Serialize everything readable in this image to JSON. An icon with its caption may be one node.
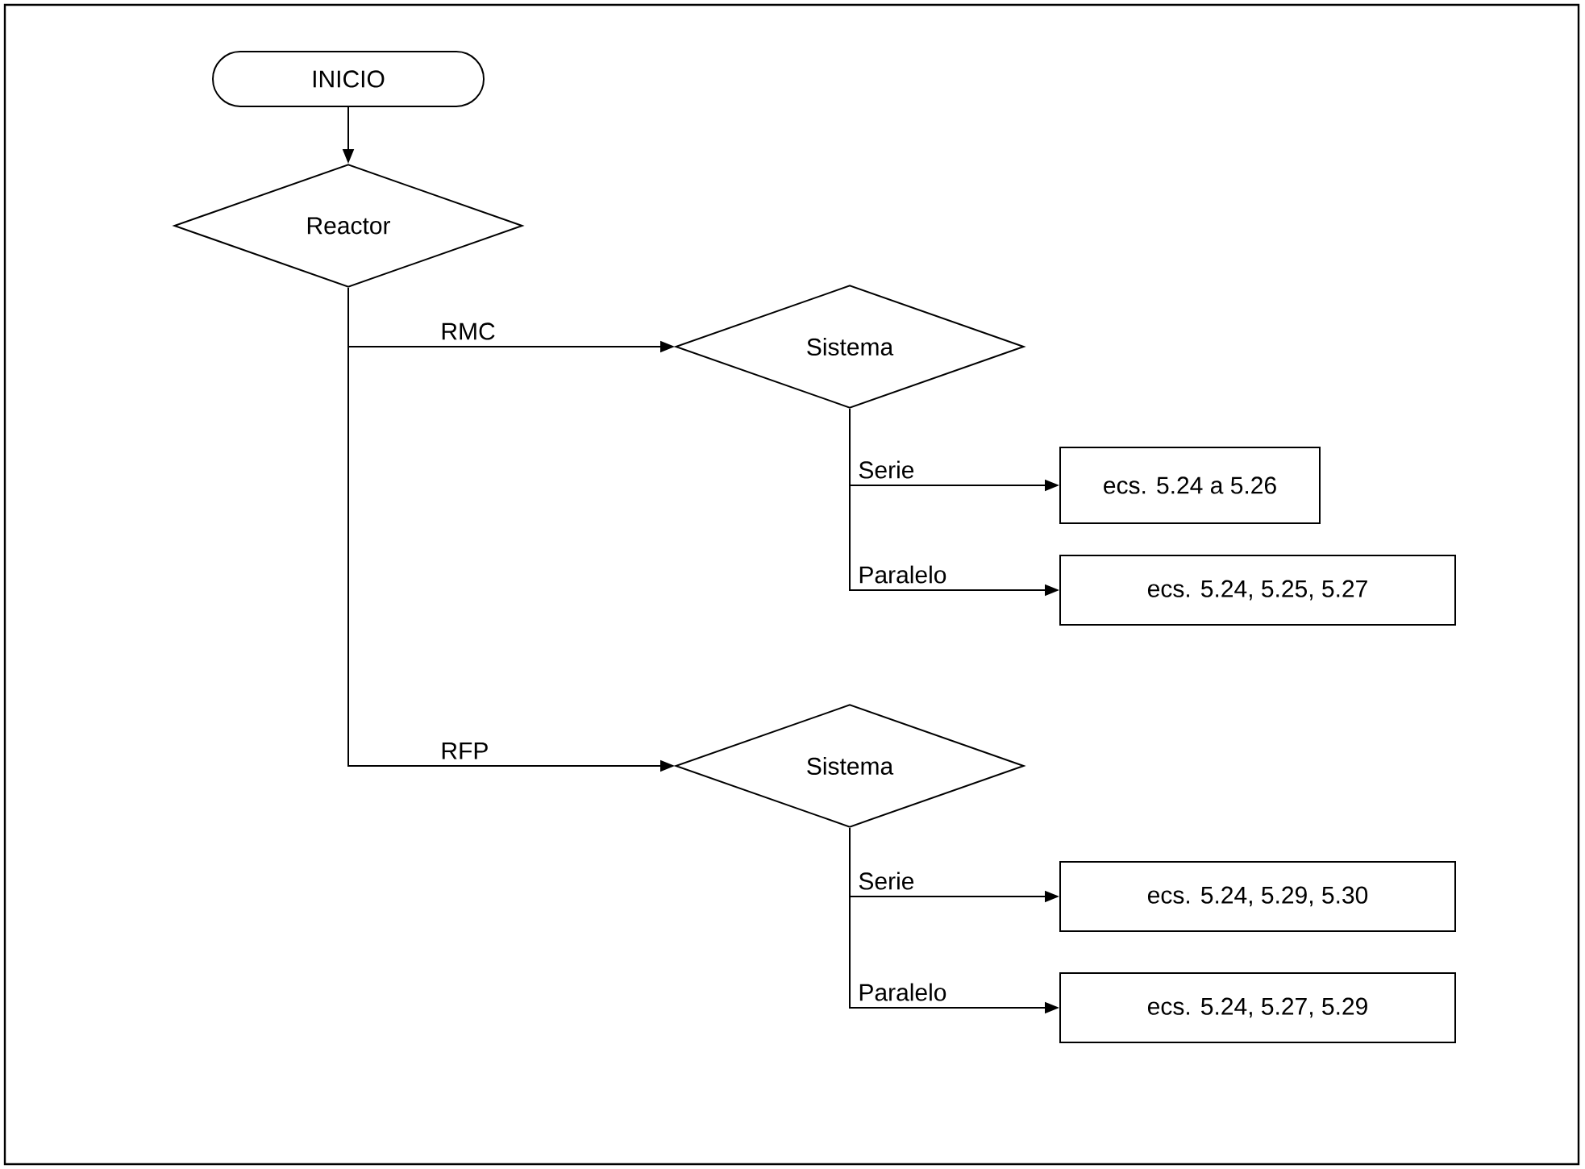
{
  "diagram": {
    "nodes": [
      {
        "text": [
          "INICIO"
        ]
      },
      {
        "text": [
          "Reactor"
        ]
      },
      {
        "text": [
          "Sistema"
        ]
      },
      {
        "text": [
          "ecs. 5.24 a 5.26"
        ]
      },
      {
        "text": [
          "ecs. 5.24, 5.25, 5.27"
        ]
      },
      {
        "text": [
          "Sistema"
        ]
      },
      {
        "text": [
          "ecs. 5.24, 5.29, 5.30"
        ]
      },
      {
        "text": [
          "ecs. 5.24, 5.27, 5.29"
        ]
      }
    ],
    "edges": [
      {
        "from": 0,
        "to": 1,
        "arrow": "to"
      },
      {
        "from": 1,
        "to": 2,
        "arrow": "to",
        "label": "RMC"
      },
      {
        "from": 1,
        "to": 5,
        "arrow": "to",
        "label": "RFP"
      },
      {
        "from": 2,
        "to": 3,
        "arrow": "to",
        "label": "Serie"
      },
      {
        "from": 2,
        "to": 4,
        "arrow": "to",
        "label": "Paralelo"
      },
      {
        "from": 5,
        "to": 6,
        "arrow": "to",
        "label": "Serie"
      },
      {
        "from": 5,
        "to": 7,
        "arrow": "to",
        "label": "Paralelo"
      }
    ]
  }
}
